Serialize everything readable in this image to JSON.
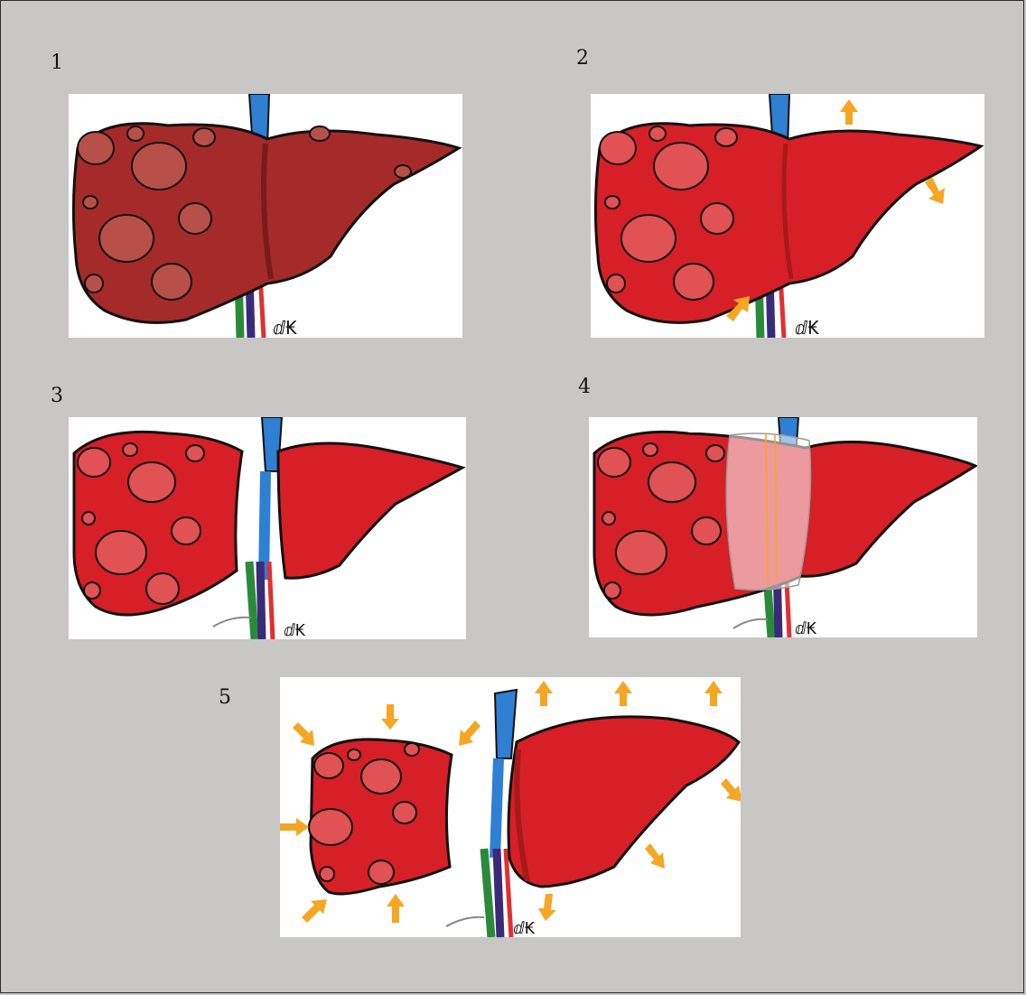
{
  "steps": [
    {
      "number": "1",
      "state": "diseased liver with multiple nodules, darker tissue"
    },
    {
      "number": "2",
      "state": "liver with nodules, arrows indicating growth"
    },
    {
      "number": "3",
      "state": "liver partitioned, left portion separated"
    },
    {
      "number": "4",
      "state": "partition with transparent membrane"
    },
    {
      "number": "5",
      "state": "left portion shrinking, right portion hypertrophied"
    }
  ],
  "signature": "ⅆ₭",
  "colors": {
    "background": "#c9c6c6",
    "liver_dark": "#a52a2a",
    "liver_bright": "#d61f26",
    "nodule_dark": "#b8504a",
    "nodule_bright": "#e05254",
    "vena_cava": "#2f7fd2",
    "portal_vein": "#3b2a7a",
    "bile_duct": "#2a8a3a",
    "artery": "#e03030",
    "arrow": "#f5a623"
  }
}
